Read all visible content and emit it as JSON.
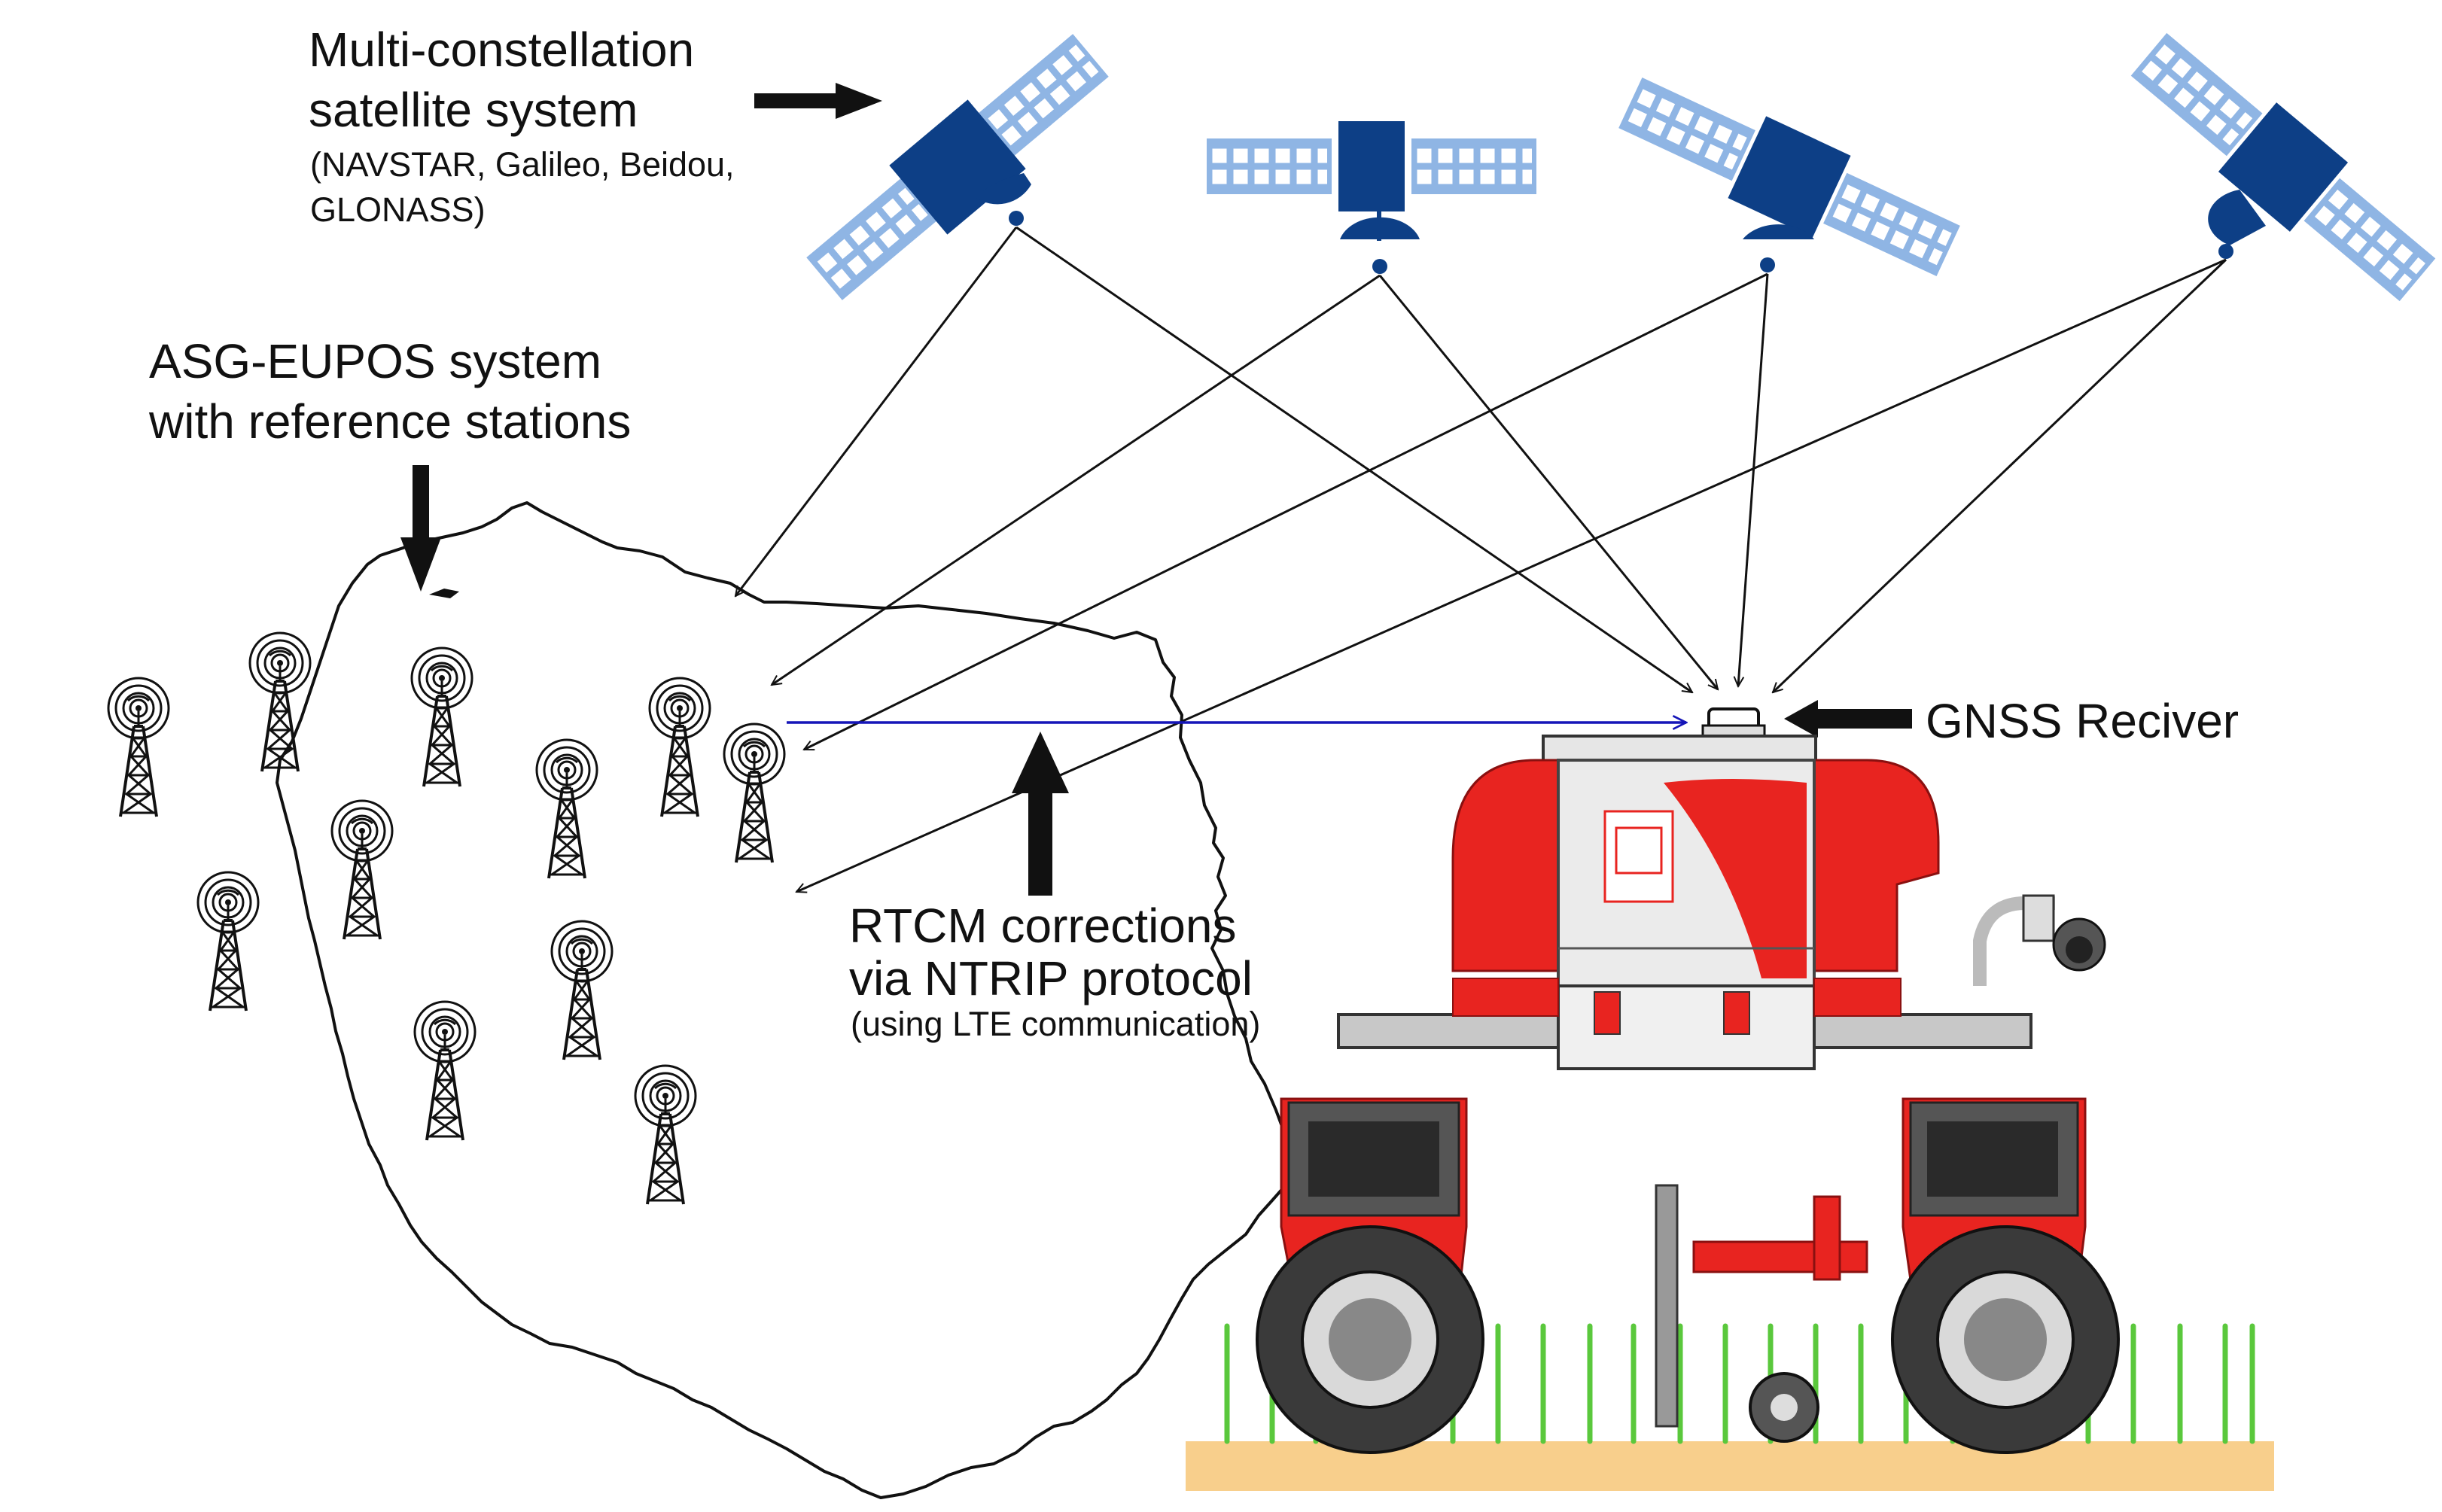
{
  "labels": {
    "satellite_system": {
      "line1": "Multi-constellation",
      "line2": "satellite system",
      "line3": "(NAVSTAR, Galileo, Beidou,",
      "line4": "GLONASS)"
    },
    "asg_eupos": {
      "line1": "ASG-EUPOS system",
      "line2": "with reference stations"
    },
    "gnss_receiver": "GNSS Reciver",
    "rtcm": {
      "line1": "RTCM corrections",
      "line2": "via NTRIP protocol",
      "line3": "(using LTE communication)"
    }
  },
  "colors": {
    "satellite_body": "#0d3f86",
    "solar_panel": "#8fb5e4",
    "robot_red": "#e82420",
    "robot_grey": "#c8c8c8",
    "plant_green": "#5ac83c",
    "ground": "#f8cf8c",
    "rtcm_link": "#1515b8"
  },
  "icons": [
    "satellite-icon",
    "radio-tower-icon",
    "agricultural-robot-icon",
    "gnss-antenna-icon",
    "poland-map-outline"
  ]
}
